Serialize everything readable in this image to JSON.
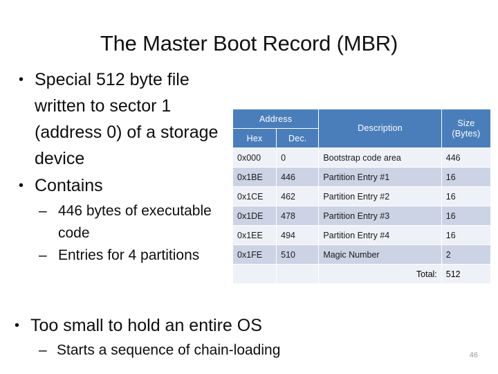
{
  "slide": {
    "title": "The Master Boot Record (MBR)",
    "number": "46"
  },
  "bullets": {
    "b1": "Special 512 byte file written to sector 1 (address 0) of a storage device",
    "b2": "Contains",
    "b2_sub1": "446 bytes of executable code",
    "b2_sub2": "Entries for 4 partitions",
    "b3": "Too small to hold an entire OS",
    "b3_sub1": "Starts a sequence of chain-loading"
  },
  "table": {
    "headers": {
      "address": "Address",
      "hex": "Hex",
      "dec": "Dec.",
      "description": "Description",
      "size": "Size (Bytes)"
    },
    "rows": [
      {
        "hex": "0x000",
        "dec": "0",
        "description": "Bootstrap code area",
        "size": "446"
      },
      {
        "hex": "0x1BE",
        "dec": "446",
        "description": "Partition Entry #1",
        "size": "16"
      },
      {
        "hex": "0x1CE",
        "dec": "462",
        "description": "Partition Entry #2",
        "size": "16"
      },
      {
        "hex": "0x1DE",
        "dec": "478",
        "description": "Partition Entry #3",
        "size": "16"
      },
      {
        "hex": "0x1EE",
        "dec": "494",
        "description": "Partition Entry #4",
        "size": "16"
      },
      {
        "hex": "0x1FE",
        "dec": "510",
        "description": "Magic Number",
        "size": "2"
      }
    ],
    "total": {
      "label": "Total:",
      "value": "512"
    }
  },
  "colors": {
    "header_blue": "#4a7ebb",
    "row_light": "#eef1f7",
    "row_dark": "#ccd3e4",
    "text": "#0d0d0d",
    "slide_number": "#9a9a9a"
  }
}
